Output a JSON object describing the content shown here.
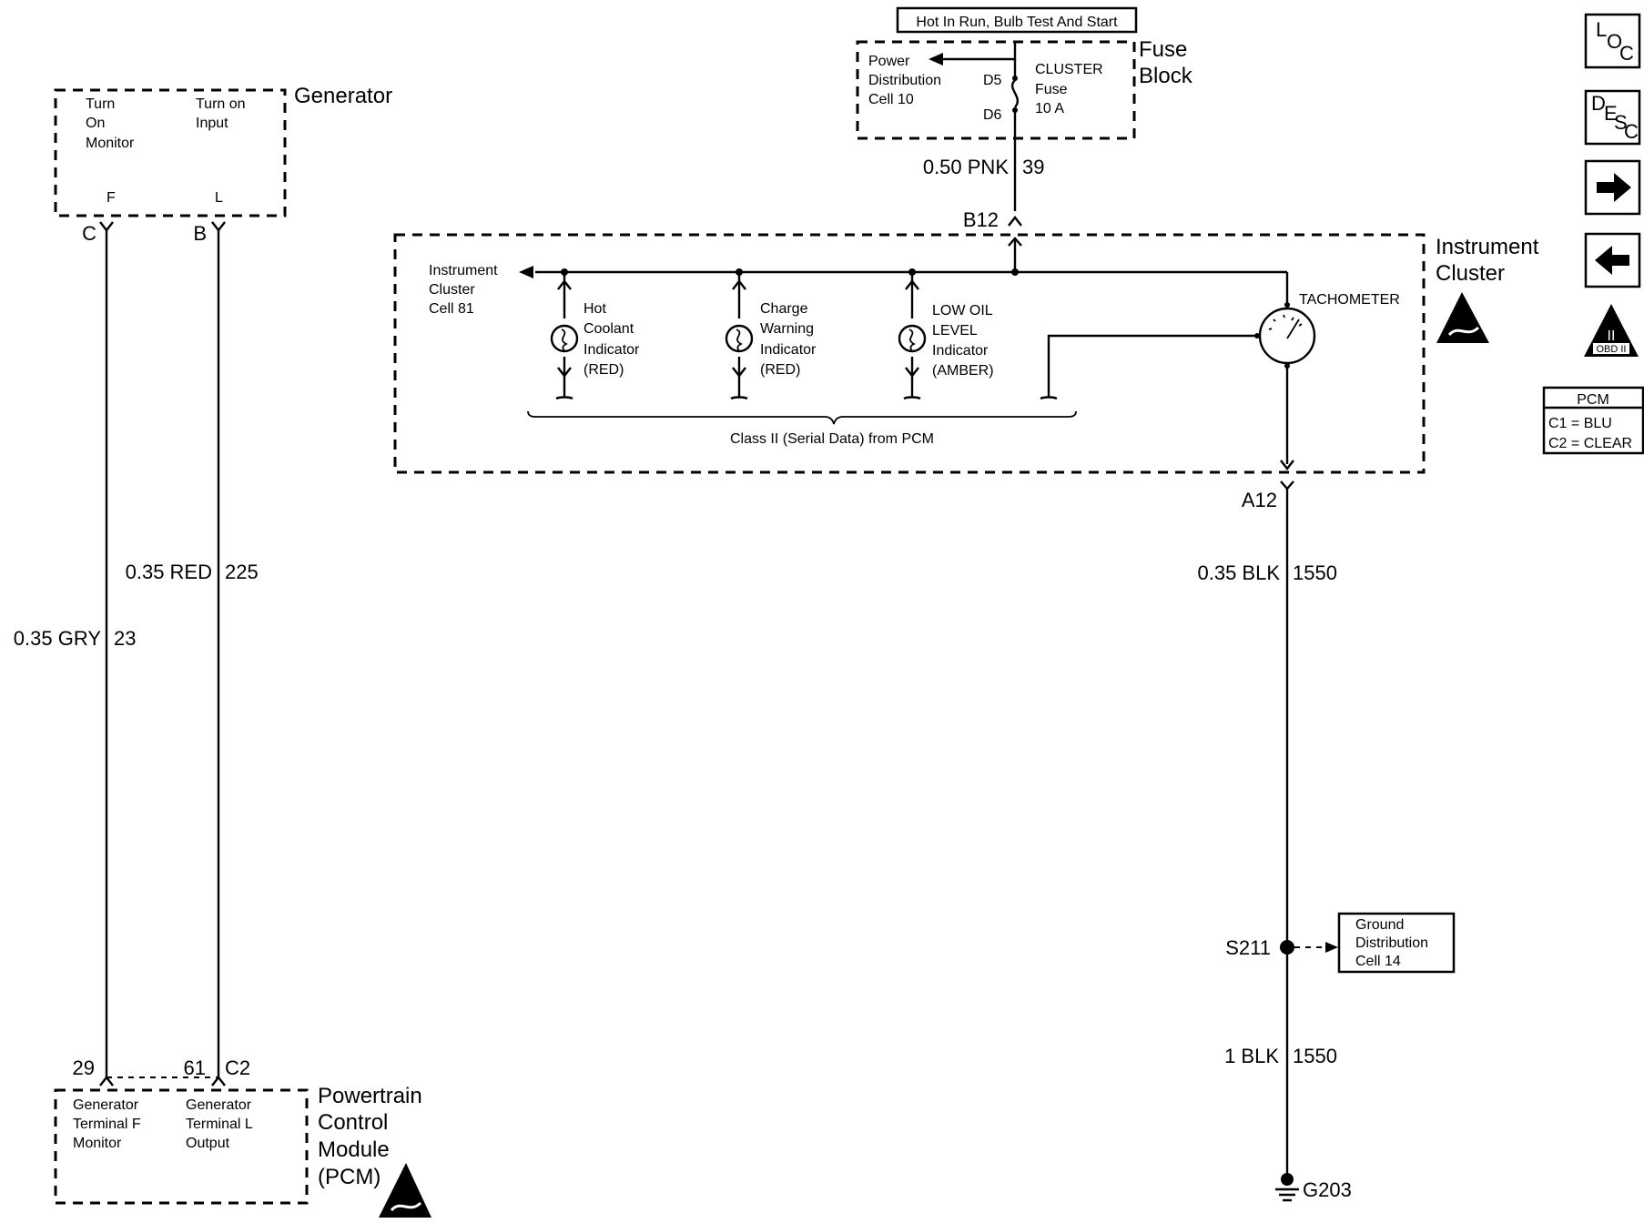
{
  "header_box": "Hot In Run, Bulb Test And Start",
  "fuse_block": {
    "title_line1": "Fuse",
    "title_line2": "Block",
    "power_dist_line1": "Power",
    "power_dist_line2": "Distribution",
    "power_dist_line3": "Cell 10",
    "pin_top": "D5",
    "pin_bottom": "D6",
    "fuse_line1": "CLUSTER",
    "fuse_line2": "Fuse",
    "fuse_line3": "10 A"
  },
  "wires": {
    "pnk": {
      "gauge_color": "0.50 PNK",
      "circuit": "39"
    },
    "red": {
      "gauge_color": "0.35 RED",
      "circuit": "225"
    },
    "gry": {
      "gauge_color": "0.35 GRY",
      "circuit": "23"
    },
    "blk_upper": {
      "gauge_color": "0.35 BLK",
      "circuit": "1550"
    },
    "blk_lower": {
      "gauge_color": "1 BLK",
      "circuit": "1550"
    }
  },
  "generator": {
    "title": "Generator",
    "left_label_line1": "Turn",
    "left_label_line2": "On",
    "left_label_line3": "Monitor",
    "right_label_line1": "Turn on",
    "right_label_line2": "Input",
    "terminal_f": "F",
    "terminal_l": "L",
    "connector_c": "C",
    "connector_b": "B"
  },
  "instrument_cluster": {
    "title_line1": "Instrument",
    "title_line2": "Cluster",
    "connector_top": "B12",
    "connector_bottom": "A12",
    "ref_line1": "Instrument",
    "ref_line2": "Cluster",
    "ref_line3": "Cell 81",
    "tachometer": "TACHOMETER",
    "serial_data": "Class II (Serial Data) from PCM",
    "indicators": [
      {
        "line1": "Hot",
        "line2": "Coolant",
        "line3": "Indicator",
        "line4": "(RED)"
      },
      {
        "line1": "Charge",
        "line2": "Warning",
        "line3": "Indicator",
        "line4": "(RED)"
      },
      {
        "line1": "LOW OIL",
        "line2": "LEVEL",
        "line3": "Indicator",
        "line4": "(AMBER)"
      }
    ]
  },
  "pcm": {
    "title_line1": "Powertrain",
    "title_line2": "Control",
    "title_line3": "Module",
    "title_line4": "(PCM)",
    "pin_29": "29",
    "pin_61": "61",
    "connector": "C2",
    "left_label_line1": "Generator",
    "left_label_line2": "Terminal F",
    "left_label_line3": "Monitor",
    "right_label_line1": "Generator",
    "right_label_line2": "Terminal L",
    "right_label_line3": "Output"
  },
  "ground": {
    "splice": "S211",
    "ground_point": "G203",
    "ref_line1": "Ground",
    "ref_line2": "Distribution",
    "ref_line3": "Cell 14"
  },
  "nav_icons": {
    "loc_l": "L",
    "loc_o": "O",
    "loc_c": "C",
    "desc_d": "D",
    "desc_e": "E",
    "desc_s": "S",
    "desc_c": "C",
    "obd_numeral": "II",
    "obd_text": "OBD II"
  },
  "pcm_legend": {
    "title": "PCM",
    "c1": "C1 = BLU",
    "c2": "C2 = CLEAR"
  }
}
